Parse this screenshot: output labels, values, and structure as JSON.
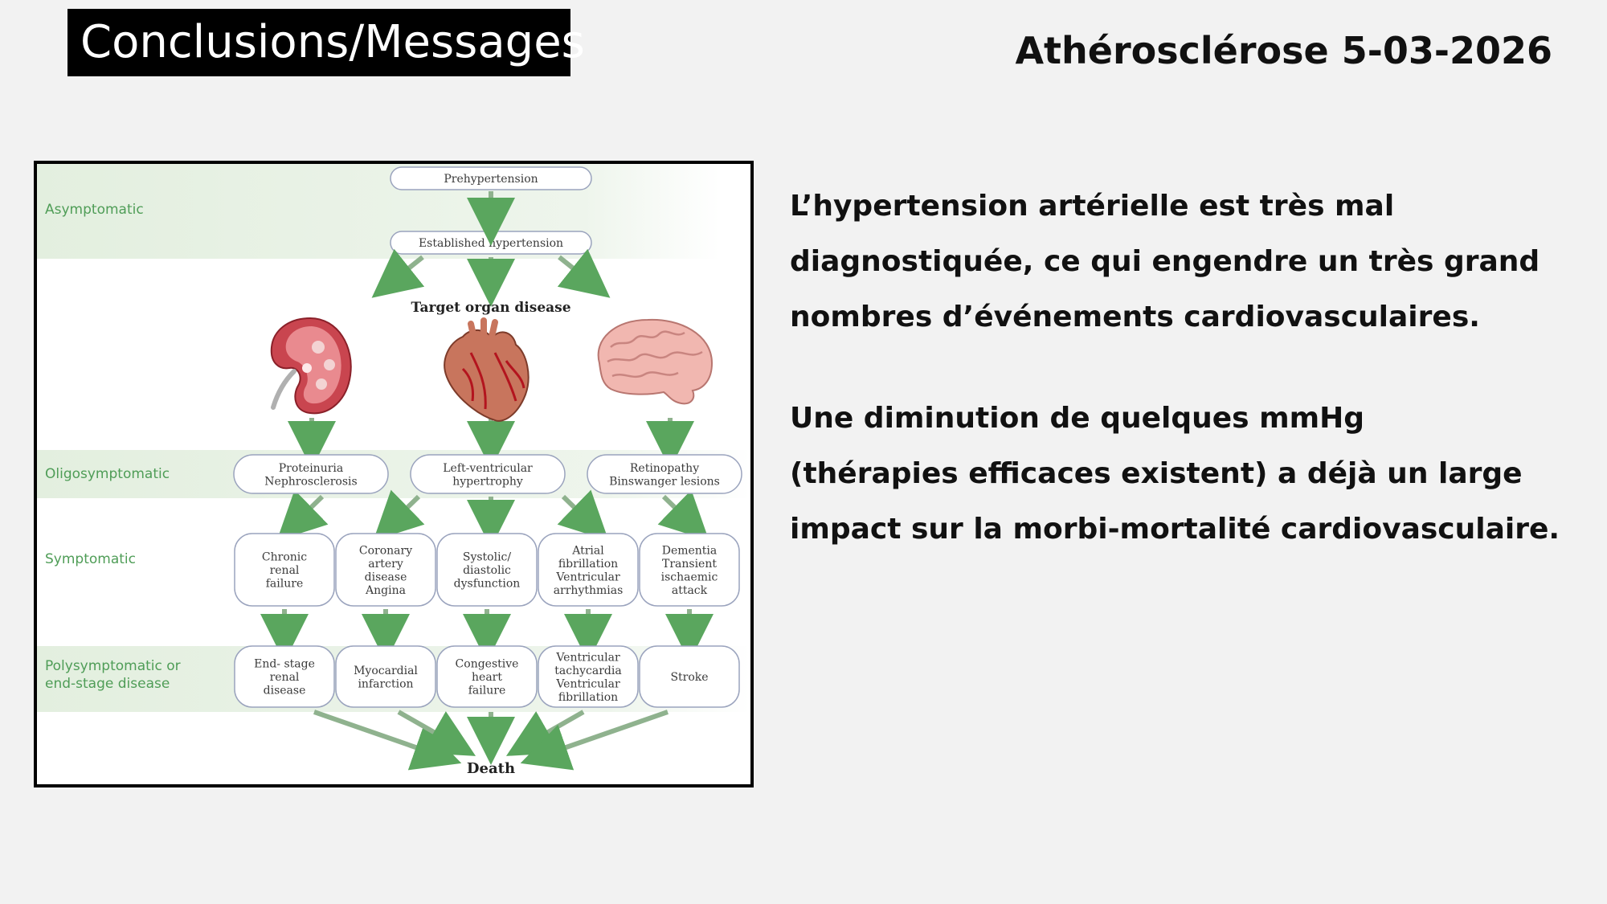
{
  "header": {
    "title": "Conclusions/Messages",
    "course": "Athérosclérose 5-03-2026"
  },
  "diagram": {
    "bands": {
      "asymptomatic": "Asymptomatic",
      "oligosymptomatic": "Oligosymptomatic",
      "symptomatic": "Symptomatic",
      "poly_line1": "Polysymptomatic or",
      "poly_line2": "end-stage disease"
    },
    "prehypertension": "Prehypertension",
    "established": "Established hypertension",
    "target_organ": "Target organ disease",
    "organs": [
      "kidney-icon",
      "heart-icon",
      "brain-icon"
    ],
    "oligo_boxes": [
      [
        "Proteinuria",
        "Nephrosclerosis"
      ],
      [
        "Left-ventricular",
        "hypertrophy"
      ],
      [
        "Retinopathy",
        "Binswanger lesions"
      ]
    ],
    "symptomatic_boxes": [
      [
        "Chronic",
        "renal",
        "failure"
      ],
      [
        "Coronary",
        "artery",
        "disease",
        "Angina"
      ],
      [
        "Systolic/",
        "diastolic",
        "dysfunction"
      ],
      [
        "Atrial",
        "fibrillation",
        "Ventricular",
        "arrhythmias"
      ],
      [
        "Dementia",
        "Transient",
        "ischaemic",
        "attack"
      ]
    ],
    "end_boxes": [
      [
        "End- stage",
        "renal",
        "disease"
      ],
      [
        "Myocardial",
        "infarction"
      ],
      [
        "Congestive",
        "heart",
        "failure"
      ],
      [
        "Ventricular",
        "tachycardia",
        "Ventricular",
        "fibrillation"
      ],
      [
        "Stroke"
      ]
    ],
    "death": "Death",
    "colors": {
      "band": "#e6f1e2",
      "arrow_green": "#5aa65e",
      "arrow_blue": "#9aa6c9",
      "box_border": "#9aa3bd"
    }
  },
  "messages": {
    "p1_l1": "L’hypertension artérielle est très mal",
    "p1_l2": "diagnostiquée, ce qui engendre un très grand",
    "p1_l3": "nombres d’événements cardiovasculaires.",
    "p2_l1": "Une diminution de quelques mmHg",
    "p2_l2": "(thérapies efficaces existent) a déjà un large",
    "p2_l3": "impact sur la morbi-mortalité cardiovasculaire."
  }
}
